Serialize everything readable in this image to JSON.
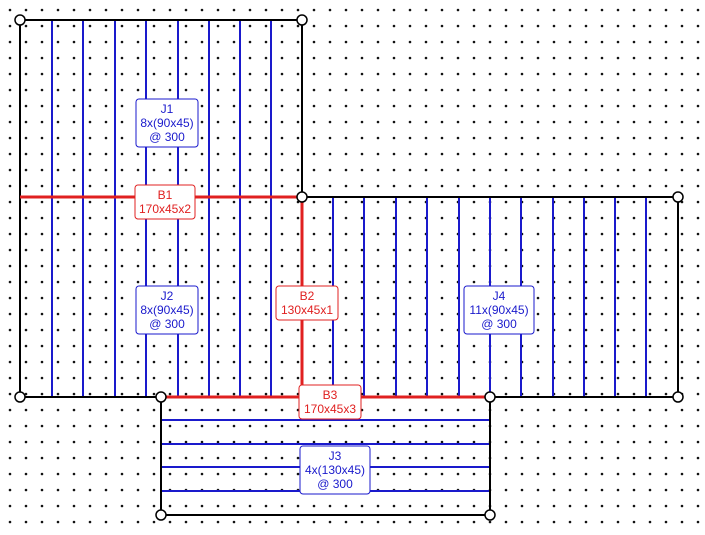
{
  "colors": {
    "background": "#ffffff",
    "grid_dot": "#111111",
    "outline": "#000000",
    "joist": "#1a1acc",
    "beam": "#e02020",
    "node_fill": "#ffffff"
  },
  "joist_groups": [
    {
      "id": "J1",
      "lines": [
        "J1",
        "8x(90x45)",
        "@ 300"
      ]
    },
    {
      "id": "J2",
      "lines": [
        "J2",
        "8x(90x45)",
        "@ 300"
      ]
    },
    {
      "id": "J3",
      "lines": [
        "J3",
        "4x(130x45)",
        "@ 300"
      ]
    },
    {
      "id": "J4",
      "lines": [
        "J4",
        "11x(90x45)",
        "@ 300"
      ]
    }
  ],
  "beams": [
    {
      "id": "B1",
      "lines": [
        "B1",
        "170x45x2"
      ]
    },
    {
      "id": "B2",
      "lines": [
        "B2",
        "130x45x1"
      ]
    },
    {
      "id": "B3",
      "lines": [
        "B3",
        "170x45x3"
      ]
    }
  ]
}
